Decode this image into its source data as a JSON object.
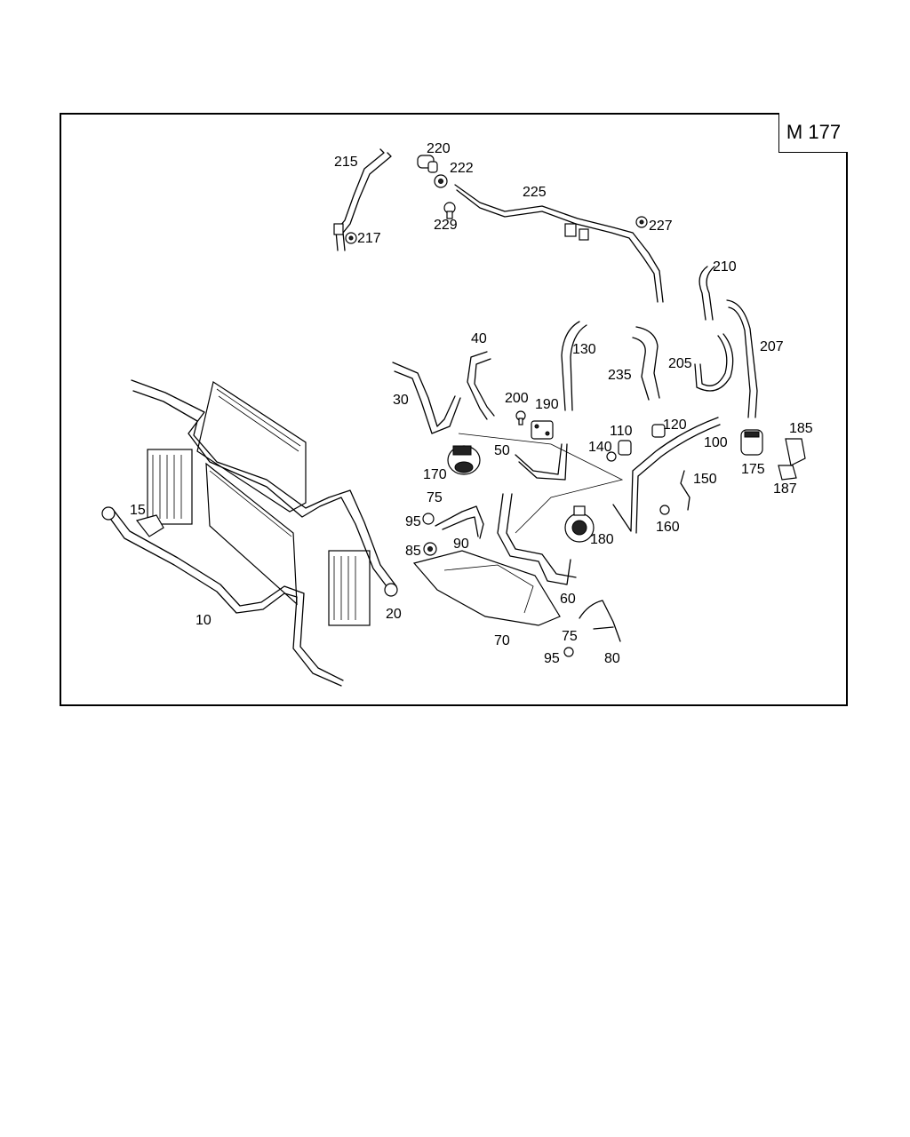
{
  "diagram": {
    "model": "M 177",
    "labels": [
      {
        "id": "215",
        "text": "215"
      },
      {
        "id": "220",
        "text": "220"
      },
      {
        "id": "222",
        "text": "222"
      },
      {
        "id": "225",
        "text": "225"
      },
      {
        "id": "217",
        "text": "217"
      },
      {
        "id": "229",
        "text": "229"
      },
      {
        "id": "227",
        "text": "227"
      },
      {
        "id": "210",
        "text": "210"
      },
      {
        "id": "40",
        "text": "40"
      },
      {
        "id": "130",
        "text": "130"
      },
      {
        "id": "207",
        "text": "207"
      },
      {
        "id": "235",
        "text": "235"
      },
      {
        "id": "205",
        "text": "205"
      },
      {
        "id": "30",
        "text": "30"
      },
      {
        "id": "200",
        "text": "200"
      },
      {
        "id": "190",
        "text": "190"
      },
      {
        "id": "110",
        "text": "110"
      },
      {
        "id": "120",
        "text": "120"
      },
      {
        "id": "185",
        "text": "185"
      },
      {
        "id": "140",
        "text": "140"
      },
      {
        "id": "100",
        "text": "100"
      },
      {
        "id": "50",
        "text": "50"
      },
      {
        "id": "175",
        "text": "175"
      },
      {
        "id": "170",
        "text": "170"
      },
      {
        "id": "150",
        "text": "150"
      },
      {
        "id": "187",
        "text": "187"
      },
      {
        "id": "75a",
        "text": "75"
      },
      {
        "id": "15",
        "text": "15"
      },
      {
        "id": "95a",
        "text": "95"
      },
      {
        "id": "180",
        "text": "180"
      },
      {
        "id": "160",
        "text": "160"
      },
      {
        "id": "90",
        "text": "90"
      },
      {
        "id": "85",
        "text": "85"
      },
      {
        "id": "60",
        "text": "60"
      },
      {
        "id": "20",
        "text": "20"
      },
      {
        "id": "10",
        "text": "10"
      },
      {
        "id": "75b",
        "text": "75"
      },
      {
        "id": "70",
        "text": "70"
      },
      {
        "id": "95b",
        "text": "95"
      },
      {
        "id": "80",
        "text": "80"
      }
    ]
  }
}
